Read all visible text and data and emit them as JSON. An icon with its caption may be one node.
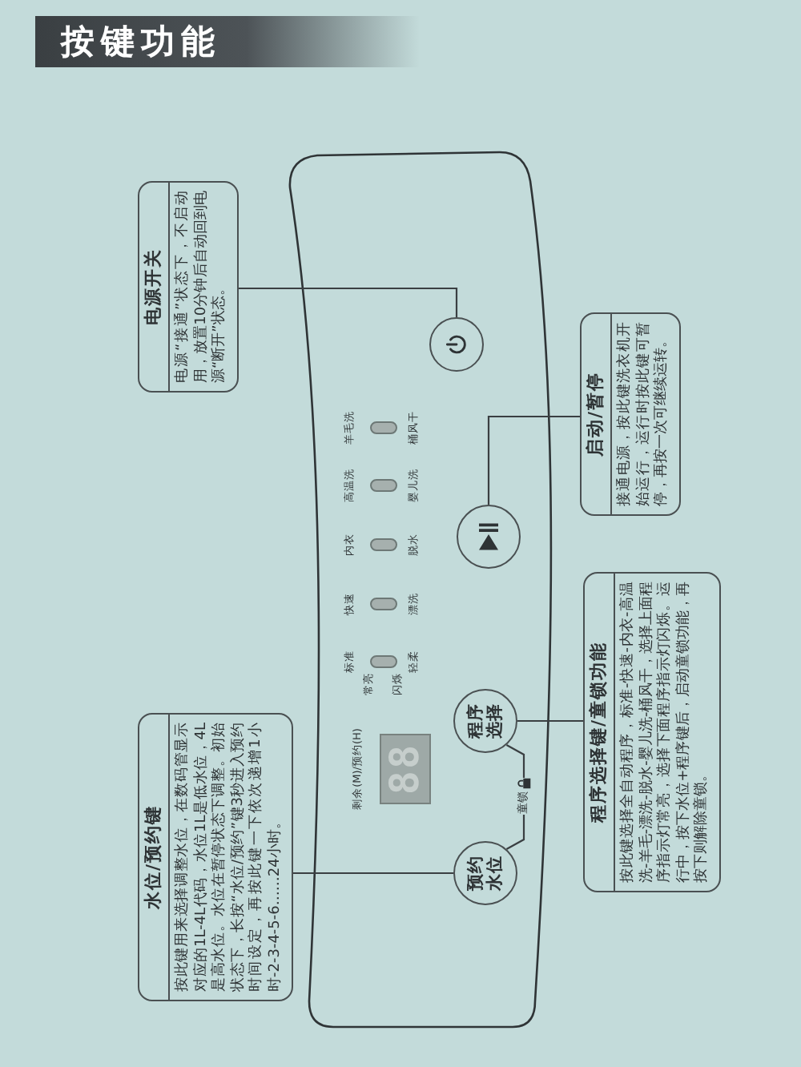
{
  "diagram": {
    "title": "按键功能",
    "nodes": [
      {
        "text": [
          "电源开关",
          "电源“接通”状态下，不启动用，放置10分钟后自动回到电源“断开”状态。"
        ]
      },
      {
        "text": [],
        "shape": "circle"
      },
      {
        "text": [
          "启动/暂停",
          "接通电源，按此键洗衣机开始运行，运行时按此键可暂停，再按一次可继续运转。"
        ]
      },
      {
        "text": [],
        "shape": "circle"
      },
      {
        "text": [
          "程序选择键/童锁功能",
          "按此键选择全自动程序，标准-快速-内衣-高温洗-羊毛-漂洗-脱水-婴儿洗-桶风干，选择上面程序指示灯常亮，选择下面程序指示灯闪烁。运行中，按下水位+程序键后，启动童锁功能，再按下则解除童锁。"
        ]
      },
      {
        "text": [
          "程序选择"
        ]
      },
      {
        "text": [
          "88"
        ],
        "beside": [
          "剩余(M)/预约(H)"
        ]
      },
      {
        "text": [
          "水位/预约键",
          "按此键用来选择调整水位，在数码管显示对应的1L-4L代码，水位1L是低水位，4L是高水位。水位在暂停状态下调整。初始状态下，长按“水位/预约”键3秒进入预约时间设定，再按此键一下依次递增1小时-2-3-4-5-6……24小时。"
        ]
      },
      {
        "text": [
          "预约水位"
        ]
      }
    ],
    "edges": [
      {
        "from": 0,
        "to": 1,
        "arrow": "none"
      },
      {
        "from": 2,
        "to": 3,
        "arrow": "none"
      },
      {
        "from": 4,
        "to": 5,
        "arrow": "none"
      },
      {
        "from": 7,
        "to": 8,
        "arrow": "none"
      },
      {
        "from": 5,
        "to": 8,
        "arrow": "none",
        "label": "童锁"
      }
    ],
    "labels": [
      "标准",
      "快速",
      "内衣",
      "高温洗",
      "羊毛洗",
      "常亮",
      "闪烁",
      "轻柔",
      "漂洗",
      "脱水",
      "婴儿洗",
      "桶风干"
    ]
  }
}
